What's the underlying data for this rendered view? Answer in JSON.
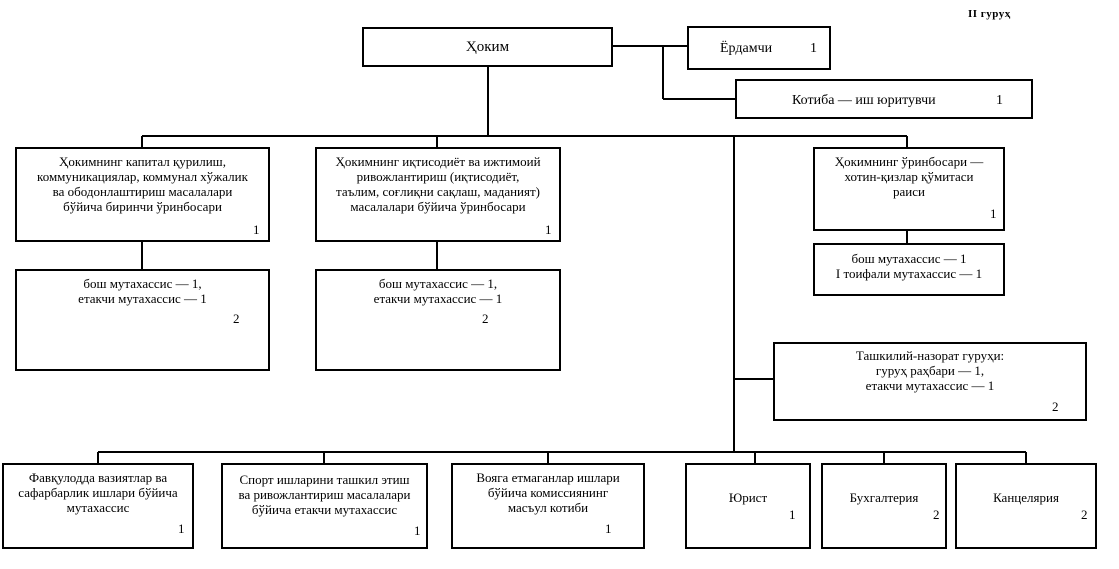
{
  "group_label": "II  гуруҳ",
  "head": {
    "title": "Ҳоким"
  },
  "assistant": {
    "title": "Ёрдамчи",
    "count": "1"
  },
  "secretary": {
    "title": "Котиба — иш юритувчи",
    "count": "1"
  },
  "deputy_capital": {
    "title": "Ҳокимнинг  капитал қурилиш,\nкоммуникациялар, коммунал хўжалик\nва ободонлаштириш масалалари\nбўйича биринчи ўринбосари",
    "count": "1"
  },
  "deputy_economy": {
    "title": "Ҳокимнинг иқтисодиёт ва ижтимоий\nривожлантириш (иқтисодиёт,\nтаълим, соғлиқни сақлаш, маданият)\nмасалалари бўйича ўринбосари",
    "count": "1"
  },
  "deputy_women": {
    "title": "Ҳокимнинг ўринбосари  —\nхотин-қизлар қўмитаси\nраиси",
    "count": "1"
  },
  "staff_capital": {
    "title": "бош мутахассис — 1,\nетакчи мутахассис — 1",
    "count": "2"
  },
  "staff_economy": {
    "title": "бош мутахассис — 1,\nетакчи мутахассис — 1",
    "count": "2"
  },
  "staff_women": {
    "title": "бош мутахассис — 1\nI тоифали мутахассис — 1"
  },
  "control_group": {
    "title": "Ташкилий-назорат гуруҳи:\nгуруҳ раҳбари — 1,\nетакчи мутахассис — 1",
    "count": "2"
  },
  "bottom_units": [
    {
      "title": "Фавқулодда вазиятлар ва\nсафарбарлик ишлари бўйича\nмутахассис",
      "count": "1"
    },
    {
      "title": "Спорт ишларини ташкил этиш\nва ривожлантириш масалалари\nбўйича етакчи мутахассис",
      "count": "1"
    },
    {
      "title": "Вояга етмаганлар ишлари\nбўйича комиссиянинг\nмасъул котиби",
      "count": "1"
    },
    {
      "title": "Юрист",
      "count": "1"
    },
    {
      "title": "Бухгалтерия",
      "count": "2"
    },
    {
      "title": "Канцелярия",
      "count": "2"
    }
  ]
}
